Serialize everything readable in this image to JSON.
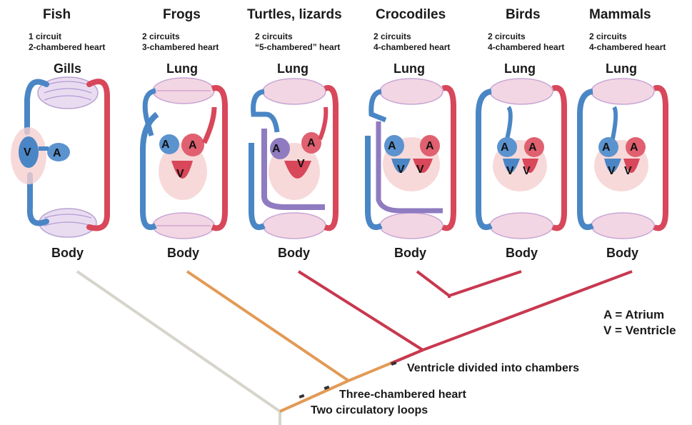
{
  "columns": [
    {
      "name": "Fish",
      "line1": "1 circuit",
      "line2": "2-chambered heart",
      "top_organ": "Gills",
      "bottom_organ": "Body"
    },
    {
      "name": "Frogs",
      "line1": "2 circuits",
      "line2": "3-chambered heart",
      "top_organ": "Lung",
      "bottom_organ": "Body"
    },
    {
      "name": "Turtles, lizards",
      "line1": "2 circuits",
      "line2": "“5-chambered” heart",
      "top_organ": "Lung",
      "bottom_organ": "Body"
    },
    {
      "name": "Crocodiles",
      "line1": "2 circuits",
      "line2": "4-chambered heart",
      "top_organ": "Lung",
      "bottom_organ": "Body"
    },
    {
      "name": "Birds",
      "line1": "2 circuits",
      "line2": "4-chambered heart",
      "top_organ": "Lung",
      "bottom_organ": "Body"
    },
    {
      "name": "Mammals",
      "line1": "2 circuits",
      "line2": "4-chambered heart",
      "top_organ": "Lung",
      "bottom_organ": "Body"
    }
  ],
  "chamber_labels": {
    "atrium": "A",
    "ventricle": "V"
  },
  "legend": {
    "line1": "A = Atrium",
    "line2": "V = Ventricle"
  },
  "tree_marks": {
    "ventricle_divided": "Ventricle divided into chambers",
    "three_chambered": "Three-chambered heart",
    "two_loops": "Two circulatory loops"
  },
  "colors": {
    "oxygenated": "#d8475a",
    "deoxygenated": "#4a86c5",
    "mixed": "#8f7bc0",
    "fish_branch": "#d7d4cc",
    "frog_branch": "#e39a55",
    "amniote_branch": "#c8384f"
  }
}
